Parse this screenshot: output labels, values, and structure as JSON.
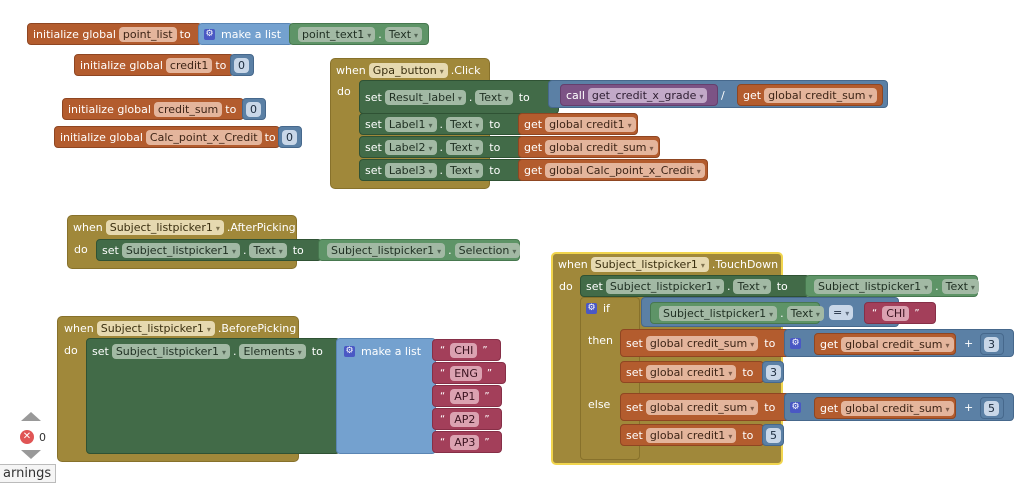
{
  "globals": [
    {
      "label": "initialize global",
      "name": "point_list",
      "to": "to",
      "list_label": "make a list",
      "component": "point_text1",
      "property": "Text"
    },
    {
      "label": "initialize global",
      "name": "credit1",
      "to": "to",
      "value": "0"
    },
    {
      "label": "initialize global",
      "name": "credit_sum",
      "to": "to",
      "value": "0"
    },
    {
      "label": "initialize global",
      "name": "Calc_point_x_Credit",
      "to": "to",
      "value": "0"
    }
  ],
  "gpa_click": {
    "when": "when",
    "component": "Gpa_button",
    "event": ".Click",
    "do": "do",
    "row1": {
      "set": "set",
      "component": "Result_label",
      "property": "Text",
      "to": "to",
      "call": "call",
      "proc": "get_credit_x_grade",
      "op": "/",
      "get": "get",
      "var": "global credit_sum"
    },
    "rows": [
      {
        "set": "set",
        "component": "Label1",
        "property": "Text",
        "to": "to",
        "get": "get",
        "var": "global credit1"
      },
      {
        "set": "set",
        "component": "Label2",
        "property": "Text",
        "to": "to",
        "get": "get",
        "var": "global credit_sum"
      },
      {
        "set": "set",
        "component": "Label3",
        "property": "Text",
        "to": "to",
        "get": "get",
        "var": "global Calc_point_x_Credit"
      }
    ]
  },
  "after_picking": {
    "when": "when",
    "component": "Subject_listpicker1",
    "event": ".AfterPicking",
    "do": "do",
    "set": "set",
    "target": "Subject_listpicker1",
    "property": "Text",
    "to": "to",
    "src": "Subject_listpicker1",
    "src_property": "Selection"
  },
  "before_picking": {
    "when": "when",
    "component": "Subject_listpicker1",
    "event": ".BeforePicking",
    "do": "do",
    "set": "set",
    "target": "Subject_listpicker1",
    "property": "Elements",
    "to": "to",
    "list_label": "make a list",
    "items": [
      "CHI",
      "ENG",
      "AP1",
      "AP2",
      "AP3"
    ]
  },
  "touch_down": {
    "when": "when",
    "component": "Subject_listpicker1",
    "event": ".TouchDown",
    "do": "do",
    "set": "set",
    "target": "Subject_listpicker1",
    "property": "Text",
    "to": "to",
    "src": "Subject_listpicker1",
    "src_property": "Text",
    "if": "if",
    "cond_component": "Subject_listpicker1",
    "cond_property": "Text",
    "cond_op": "=",
    "cond_value": "CHI",
    "then": "then",
    "else": "else",
    "then_rows": [
      {
        "set": "set",
        "var": "global credit_sum",
        "to": "to",
        "get": "get",
        "get_var": "global credit_sum",
        "op": "+",
        "num": "3"
      },
      {
        "set": "set",
        "var": "global credit1",
        "to": "to",
        "num": "3"
      }
    ],
    "else_rows": [
      {
        "set": "set",
        "var": "global credit_sum",
        "to": "to",
        "get": "get",
        "get_var": "global credit_sum",
        "op": "+",
        "num": "5"
      },
      {
        "set": "set",
        "var": "global credit1",
        "to": "to",
        "num": "5"
      }
    ]
  },
  "warnings": {
    "error_count": "0",
    "label": "arnings"
  }
}
